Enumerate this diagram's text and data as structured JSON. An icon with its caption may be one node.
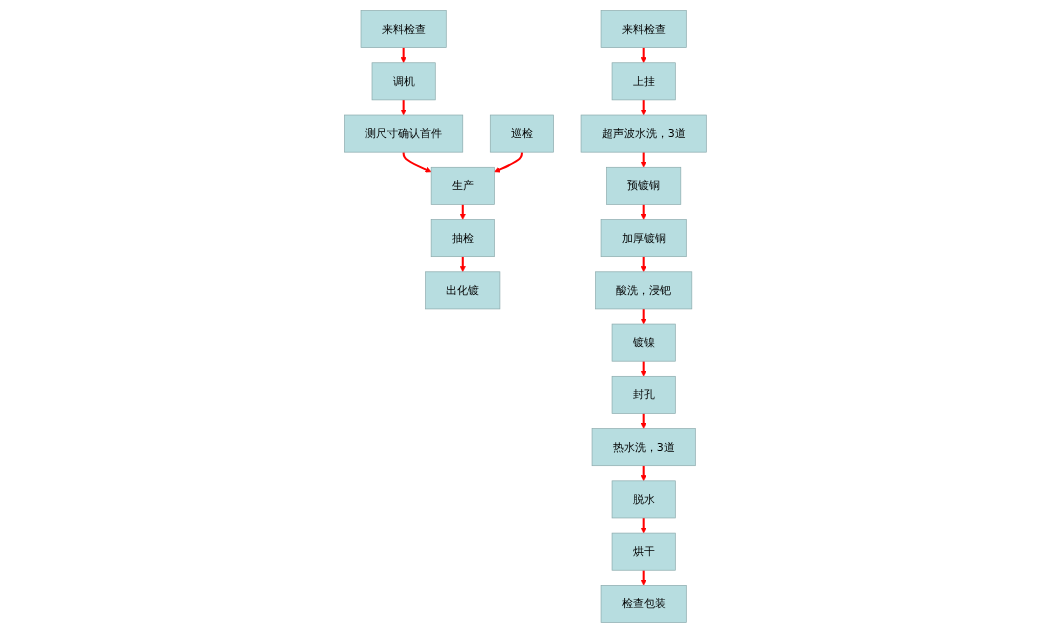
{
  "diagram": {
    "nodes": [
      {
        "text": [
          "来料检查"
        ]
      },
      {
        "text": [
          "调机"
        ]
      },
      {
        "text": [
          "测尺寸确认首件"
        ]
      },
      {
        "text": [
          "巡检"
        ]
      },
      {
        "text": [
          "生产"
        ]
      },
      {
        "text": [
          "抽检"
        ]
      },
      {
        "text": [
          "出化镀"
        ]
      },
      {
        "text": [
          "来料检查"
        ]
      },
      {
        "text": [
          "上挂"
        ]
      },
      {
        "text": [
          "超声波水洗，3道"
        ]
      },
      {
        "text": [
          "预镀铜"
        ]
      },
      {
        "text": [
          "加厚镀铜"
        ]
      },
      {
        "text": [
          "酸洗，浸钯"
        ]
      },
      {
        "text": [
          "镀镍"
        ]
      },
      {
        "text": [
          "封孔"
        ]
      },
      {
        "text": [
          "热水洗，3道"
        ]
      },
      {
        "text": [
          "脱水"
        ]
      },
      {
        "text": [
          "烘干"
        ]
      },
      {
        "text": [
          "检查包装"
        ]
      }
    ],
    "edges": [
      {
        "from": 0,
        "to": 1,
        "arrow": "to"
      },
      {
        "from": 1,
        "to": 2,
        "arrow": "to"
      },
      {
        "from": 2,
        "to": 4,
        "arrow": "to"
      },
      {
        "from": 3,
        "to": 4,
        "arrow": "to"
      },
      {
        "from": 4,
        "to": 5,
        "arrow": "to"
      },
      {
        "from": 5,
        "to": 6,
        "arrow": "to"
      },
      {
        "from": 7,
        "to": 8,
        "arrow": "to"
      },
      {
        "from": 8,
        "to": 9,
        "arrow": "to"
      },
      {
        "from": 9,
        "to": 10,
        "arrow": "to"
      },
      {
        "from": 10,
        "to": 11,
        "arrow": "to"
      },
      {
        "from": 11,
        "to": 12,
        "arrow": "to"
      },
      {
        "from": 12,
        "to": 13,
        "arrow": "to"
      },
      {
        "from": 13,
        "to": 14,
        "arrow": "to"
      },
      {
        "from": 14,
        "to": 15,
        "arrow": "to"
      },
      {
        "from": 15,
        "to": 16,
        "arrow": "to"
      },
      {
        "from": 16,
        "to": 17,
        "arrow": "to"
      },
      {
        "from": 17,
        "to": 18,
        "arrow": "to"
      }
    ]
  }
}
